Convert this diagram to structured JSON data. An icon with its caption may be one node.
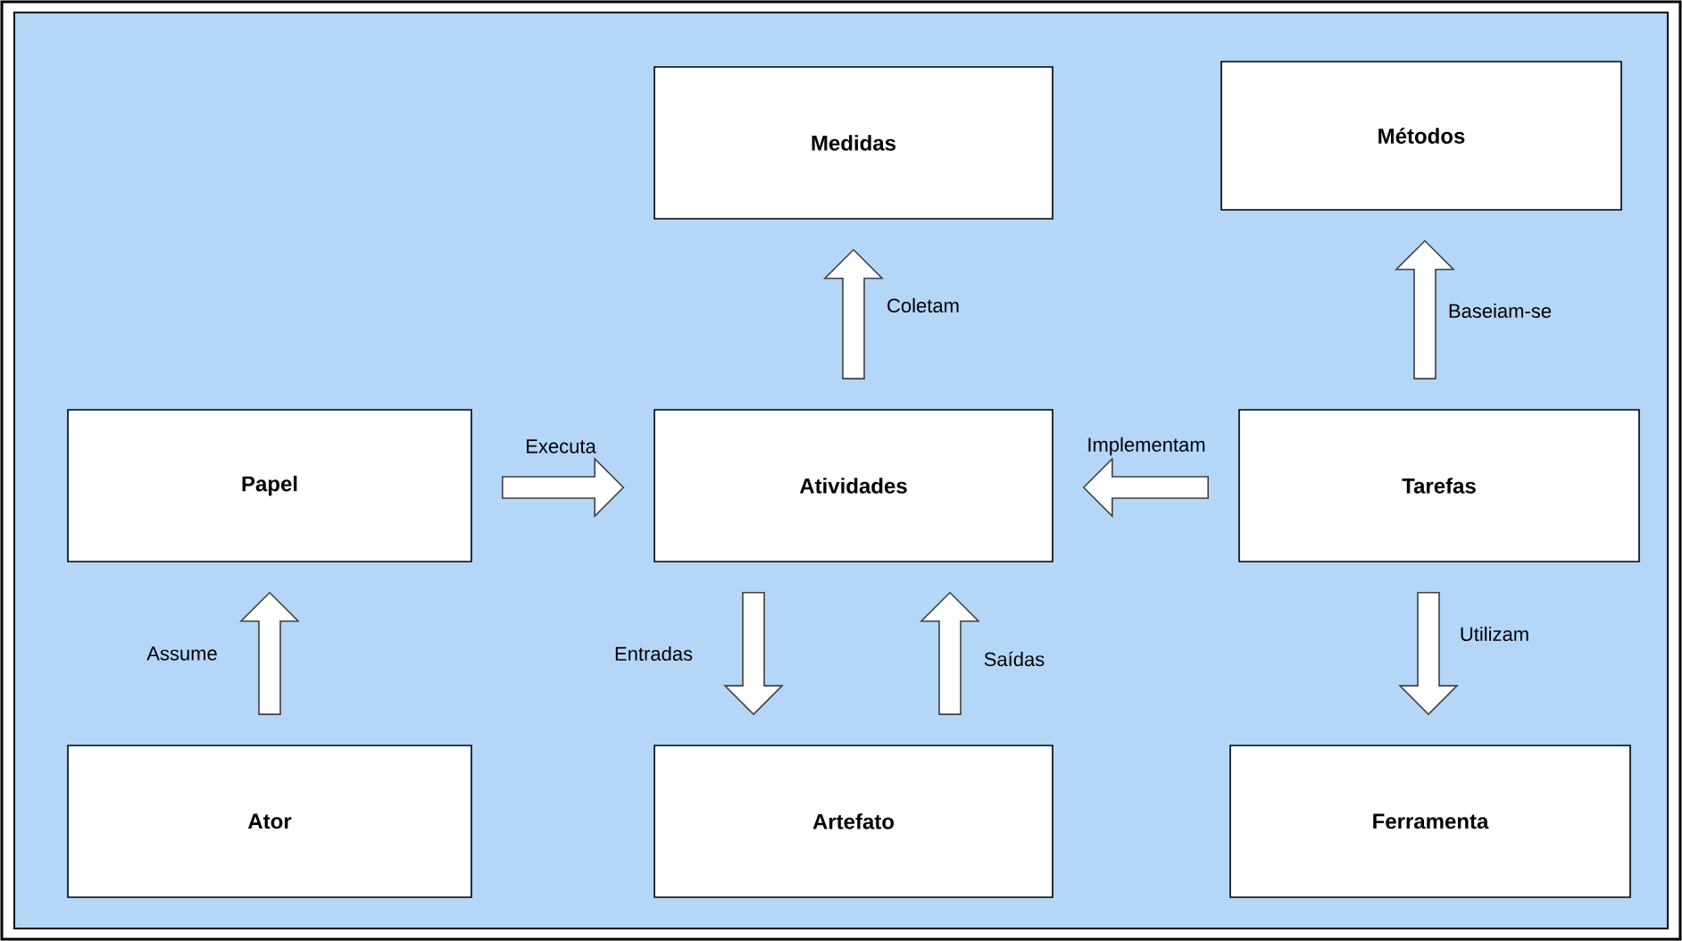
{
  "diagram": {
    "nodes": [
      {
        "text": [
          "Medidas"
        ]
      },
      {
        "text": [
          "Métodos"
        ]
      },
      {
        "text": [
          "Papel"
        ]
      },
      {
        "text": [
          "Atividades"
        ]
      },
      {
        "text": [
          "Tarefas"
        ]
      },
      {
        "text": [
          "Ator"
        ]
      },
      {
        "text": [
          "Artefato"
        ]
      },
      {
        "text": [
          "Ferramenta"
        ]
      }
    ],
    "edges": [
      {
        "from": 2,
        "to": 3,
        "arrow": "to",
        "label": "Executa"
      },
      {
        "from": 3,
        "to": 0,
        "arrow": "to",
        "label": "Coletam"
      },
      {
        "from": 4,
        "to": 3,
        "arrow": "to",
        "label": "Implementam"
      },
      {
        "from": 4,
        "to": 1,
        "arrow": "to",
        "label": "Baseiam-se"
      },
      {
        "from": 5,
        "to": 2,
        "arrow": "to",
        "label": "Assume"
      },
      {
        "from": 3,
        "to": 6,
        "arrow": "to",
        "label": "Entradas"
      },
      {
        "from": 6,
        "to": 3,
        "arrow": "to",
        "label": "Saídas"
      },
      {
        "from": 4,
        "to": 7,
        "arrow": "to",
        "label": "Utilizam"
      }
    ]
  }
}
